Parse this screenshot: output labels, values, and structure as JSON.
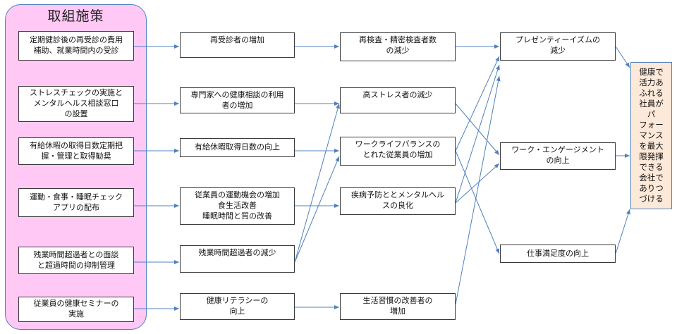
{
  "panel_title": "取組施策",
  "measures": [
    "定期健診後の再受診の費用\n補助、就業時間内の受診",
    "ストレスチェックの実施と\nメンタルヘルス相談窓口\nの設置",
    "有給休暇の取得日数定期把\n握・管理と取得勧奨",
    "運動・食事・睡眠チェック\nアプリの配布",
    "残業時間超過者との面談\nと超過時間の抑制管理",
    "従業員の健康セミナーの\n実施"
  ],
  "outcomes1": [
    "再受診者の増加",
    "専門家への健康相談の利用\n者の増加",
    "有給休暇取得日数の向上",
    "従業員の運動機会の増加\n食生活改善\n睡眠時間と質の改善",
    "残業時間超過者の減少",
    "健康リテラシーの\n向上"
  ],
  "outcomes2": [
    "再検査・精密検査者数\nの減少",
    "高ストレス者の減少",
    "ワークライフバランスの\nとれた従業員の増加",
    "疾病予防ととメンタルヘル\nスの良化",
    "生活習慣の改善者の\n増加"
  ],
  "outcomes3": [
    "プレゼンティーイズムの\n減少",
    "ワーク・エンゲージメント\nの向上",
    "仕事満足度の向上"
  ],
  "goal": "健康で\n活力あ\nふれる\n社員が\nパ\nフォー\nマンス\nを最大\n限発揮\nできる\n会社で\nありつ\nづける",
  "colors": {
    "panel": "#ffc8f5",
    "arrow": "#4f81bd",
    "goal": "#fde9d9"
  }
}
